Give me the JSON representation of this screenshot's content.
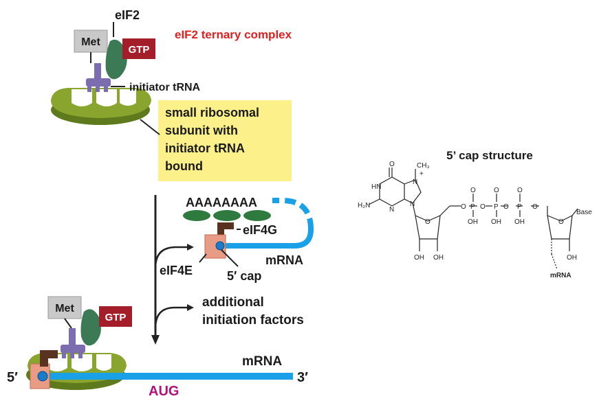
{
  "labels": {
    "eif2": "eIF2",
    "met_top": "Met",
    "gtp_top": "GTP",
    "ternary_complex": "eIF2 ternary complex",
    "initiator_trna": "initiator tRNA",
    "small_subunit": [
      "small ribosomal",
      "subunit with",
      "initiator tRNA",
      "bound"
    ],
    "poly_a": "AAAAAAAA",
    "eif4g": "eIF4G",
    "mrna_mid": "mRNA",
    "eif4e": "eIF4E",
    "five_cap": "5′ cap",
    "additional_factors": [
      "additional",
      "initiation factors"
    ],
    "met_bottom": "Met",
    "gtp_bottom": "GTP",
    "five_prime": "5′",
    "mrna_bottom": "mRNA",
    "three_prime": "3′",
    "aug": "AUG",
    "cap_structure_title": "5’ cap structure"
  },
  "chem": {
    "n_methyl": "N",
    "plus": "+",
    "ch3": "CH₃",
    "o_carbonyl": "O",
    "hn": "HN",
    "h2n": "H₂N",
    "n": "N",
    "o": "O",
    "p": "P",
    "oh": "OH",
    "base": "Base",
    "mrna": "mRNA"
  },
  "colors": {
    "ribosome": "#8aa52e",
    "ribosome_dark": "#5f7a1c",
    "trna": "#7b6db0",
    "met_box": "#c9c9c9",
    "gtp_box": "#a41e2a",
    "eif2": "#3c7a55",
    "yellow_box": "#fbf08a",
    "mrna_blue": "#1aa0e6",
    "eif4g": "#5a3220",
    "eif4e": "#e89c86",
    "pabp": "#2f7a3e",
    "ternary_red": "#e02020",
    "aug_magenta": "#b0127a"
  }
}
